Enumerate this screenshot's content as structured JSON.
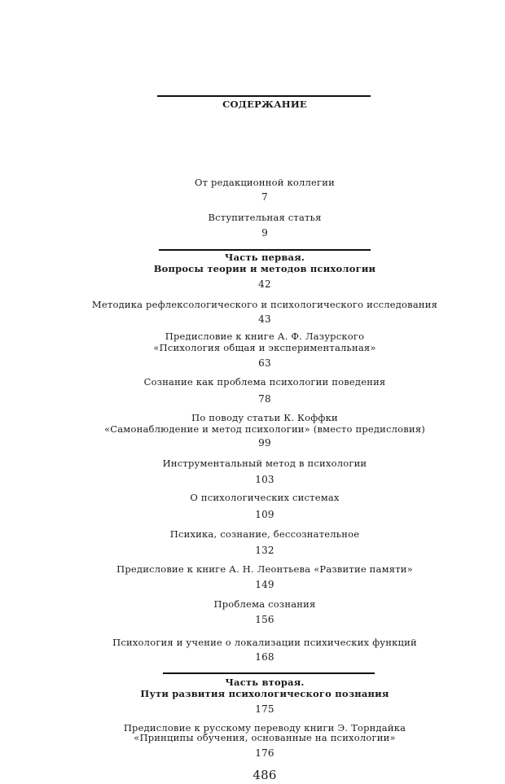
{
  "heading": "СОДЕРЖАНИЕ",
  "entries": [
    {
      "title": "От редакционной коллегии",
      "page": "7"
    },
    {
      "title": "Вступительная статья",
      "page": "9"
    }
  ],
  "part1": {
    "label": "Часть первая.",
    "title": "Вопросы теории и методов психологии",
    "page": "42"
  },
  "part1_entries": [
    {
      "title": "Методика рефлексологического и психологического исследования",
      "page": "43"
    },
    {
      "title": "Предисловие к книге А. Ф. Лазурского",
      "title2": "«Психология общая и экспериментальная»",
      "page": "63"
    },
    {
      "title": "Сознание как проблема психологии поведения",
      "page": "78"
    },
    {
      "title": "По поводу статьи К. Коффки",
      "title2": "«Самонаблюдение и метод психологии» (вместо предисловия)",
      "page": "99"
    },
    {
      "title": "Инструментальный метод в психологии",
      "page": "103"
    },
    {
      "title": "О психологических системах",
      "page": "109"
    },
    {
      "title": "Психика, сознание, бессознательное",
      "page": "132"
    },
    {
      "title": "Предисловие к книге А. Н. Леонтьева «Развитие памяти»",
      "page": "149"
    },
    {
      "title": "Проблема сознания",
      "page": "156"
    },
    {
      "title": "Психология и учение о локализации психических функций",
      "page": "168"
    }
  ],
  "part2": {
    "label": "Часть вторая.",
    "title": "Пути развития психологического познания",
    "page": "175"
  },
  "part2_entries": [
    {
      "title": "Предисловие к русскому переводу книги Э. Торндайка",
      "title2": "«Принципы обучения, основанные на психологии»",
      "page": "176"
    }
  ],
  "folio": "486"
}
